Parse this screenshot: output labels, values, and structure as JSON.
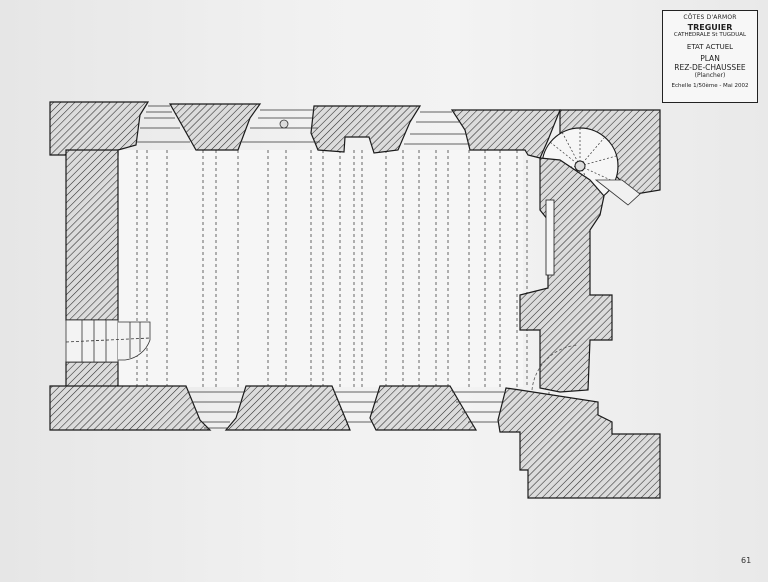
{
  "title_block": {
    "department": "CÔTES D'ARMOR",
    "town": "TREGUIER",
    "building": "CATHEDRALE St TUGDUAL",
    "state": "ETAT ACTUEL",
    "drawing_type": "PLAN",
    "level": "REZ-DE-CHAUSSEE",
    "subtitle": "(Plancher)",
    "scale_date": "Echelle 1/50ème - Mai 2002"
  },
  "page_number": "61",
  "drawing": {
    "kind": "architectural floor plan",
    "elements": [
      "hatched masonry walls",
      "window embrasures",
      "spiral staircase",
      "straight staircase",
      "floor planks (dashed lines)",
      "door swing arc"
    ],
    "colors": {
      "hatch": "#2a2a2a",
      "background": "#efefef",
      "line": "#1a1a1a"
    }
  }
}
